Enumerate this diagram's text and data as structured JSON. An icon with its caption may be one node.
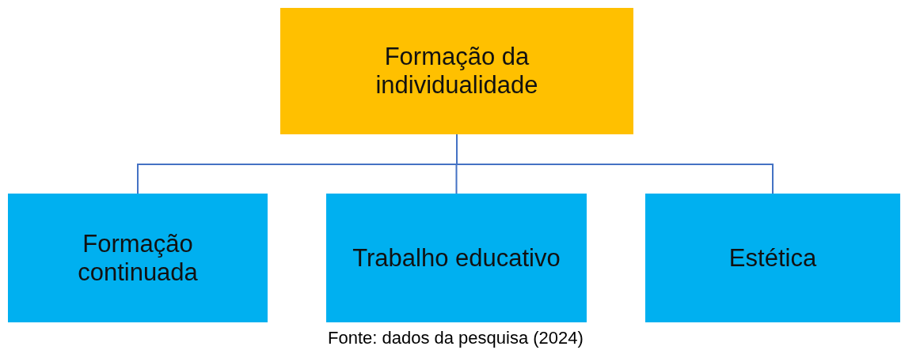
{
  "diagram": {
    "caption": "Fonte: dados da pesquisa (2024)",
    "nodes": [
      {
        "text": [
          "Formação da individualidade"
        ]
      },
      {
        "text": [
          "Formação continuada"
        ]
      },
      {
        "text": [
          "Trabalho educativo"
        ]
      },
      {
        "text": [
          "Estética"
        ]
      }
    ],
    "edges": [
      {
        "from": 0,
        "to": 1,
        "arrow": "none"
      },
      {
        "from": 0,
        "to": 2,
        "arrow": "none"
      },
      {
        "from": 0,
        "to": 3,
        "arrow": "none"
      }
    ]
  }
}
